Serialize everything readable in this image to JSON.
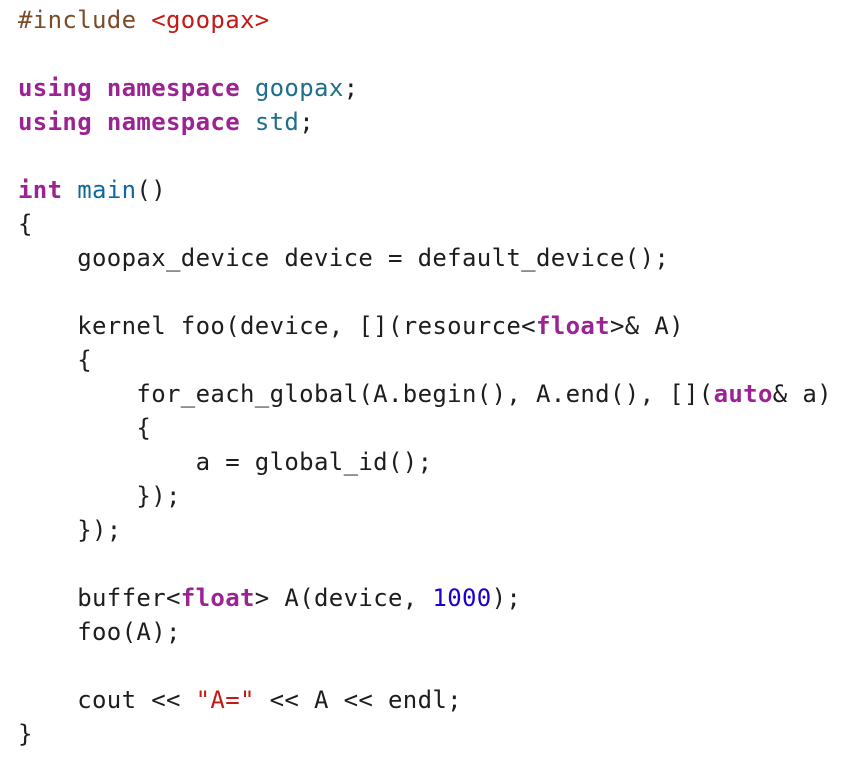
{
  "colors": {
    "background": "#ffffff",
    "plain_text": "#1d1d1f",
    "preprocessor": "#7b4b2a",
    "string": "#c41a16",
    "keyword": "#9b2393",
    "identifier": "#1f6e8c",
    "function": "#0f68a0",
    "number": "#1c00cf"
  },
  "code": {
    "lines": [
      [
        {
          "text": "#include ",
          "kind": "preproc"
        },
        {
          "text": "<goopax>",
          "kind": "string"
        }
      ],
      [],
      [
        {
          "text": "using",
          "kind": "keyword"
        },
        {
          "text": " ",
          "kind": "plain"
        },
        {
          "text": "namespace",
          "kind": "keyword"
        },
        {
          "text": " ",
          "kind": "plain"
        },
        {
          "text": "goopax",
          "kind": "ident"
        },
        {
          "text": ";",
          "kind": "plain"
        }
      ],
      [
        {
          "text": "using",
          "kind": "keyword"
        },
        {
          "text": " ",
          "kind": "plain"
        },
        {
          "text": "namespace",
          "kind": "keyword"
        },
        {
          "text": " ",
          "kind": "plain"
        },
        {
          "text": "std",
          "kind": "ident"
        },
        {
          "text": ";",
          "kind": "plain"
        }
      ],
      [],
      [
        {
          "text": "int",
          "kind": "keyword"
        },
        {
          "text": " ",
          "kind": "plain"
        },
        {
          "text": "main",
          "kind": "func"
        },
        {
          "text": "()",
          "kind": "plain"
        }
      ],
      [
        {
          "text": "{",
          "kind": "plain"
        }
      ],
      [
        {
          "text": "    goopax_device device = default_device();",
          "kind": "plain"
        }
      ],
      [],
      [
        {
          "text": "    kernel foo(device, [](resource<",
          "kind": "plain"
        },
        {
          "text": "float",
          "kind": "keyword"
        },
        {
          "text": ">& A)",
          "kind": "plain"
        }
      ],
      [
        {
          "text": "    {",
          "kind": "plain"
        }
      ],
      [
        {
          "text": "        for_each_global(A.begin(), A.end(), [](",
          "kind": "plain"
        },
        {
          "text": "auto",
          "kind": "keyword"
        },
        {
          "text": "& a)",
          "kind": "plain"
        }
      ],
      [
        {
          "text": "        {",
          "kind": "plain"
        }
      ],
      [
        {
          "text": "            a = global_id();",
          "kind": "plain"
        }
      ],
      [
        {
          "text": "        });",
          "kind": "plain"
        }
      ],
      [
        {
          "text": "    });",
          "kind": "plain"
        }
      ],
      [],
      [
        {
          "text": "    buffer<",
          "kind": "plain"
        },
        {
          "text": "float",
          "kind": "keyword"
        },
        {
          "text": "> A(device, ",
          "kind": "plain"
        },
        {
          "text": "1000",
          "kind": "number"
        },
        {
          "text": ");",
          "kind": "plain"
        }
      ],
      [
        {
          "text": "    foo(A);",
          "kind": "plain"
        }
      ],
      [],
      [
        {
          "text": "    cout << ",
          "kind": "plain"
        },
        {
          "text": "\"A=\"",
          "kind": "string"
        },
        {
          "text": " << A << endl;",
          "kind": "plain"
        }
      ],
      [
        {
          "text": "}",
          "kind": "plain"
        }
      ]
    ]
  }
}
